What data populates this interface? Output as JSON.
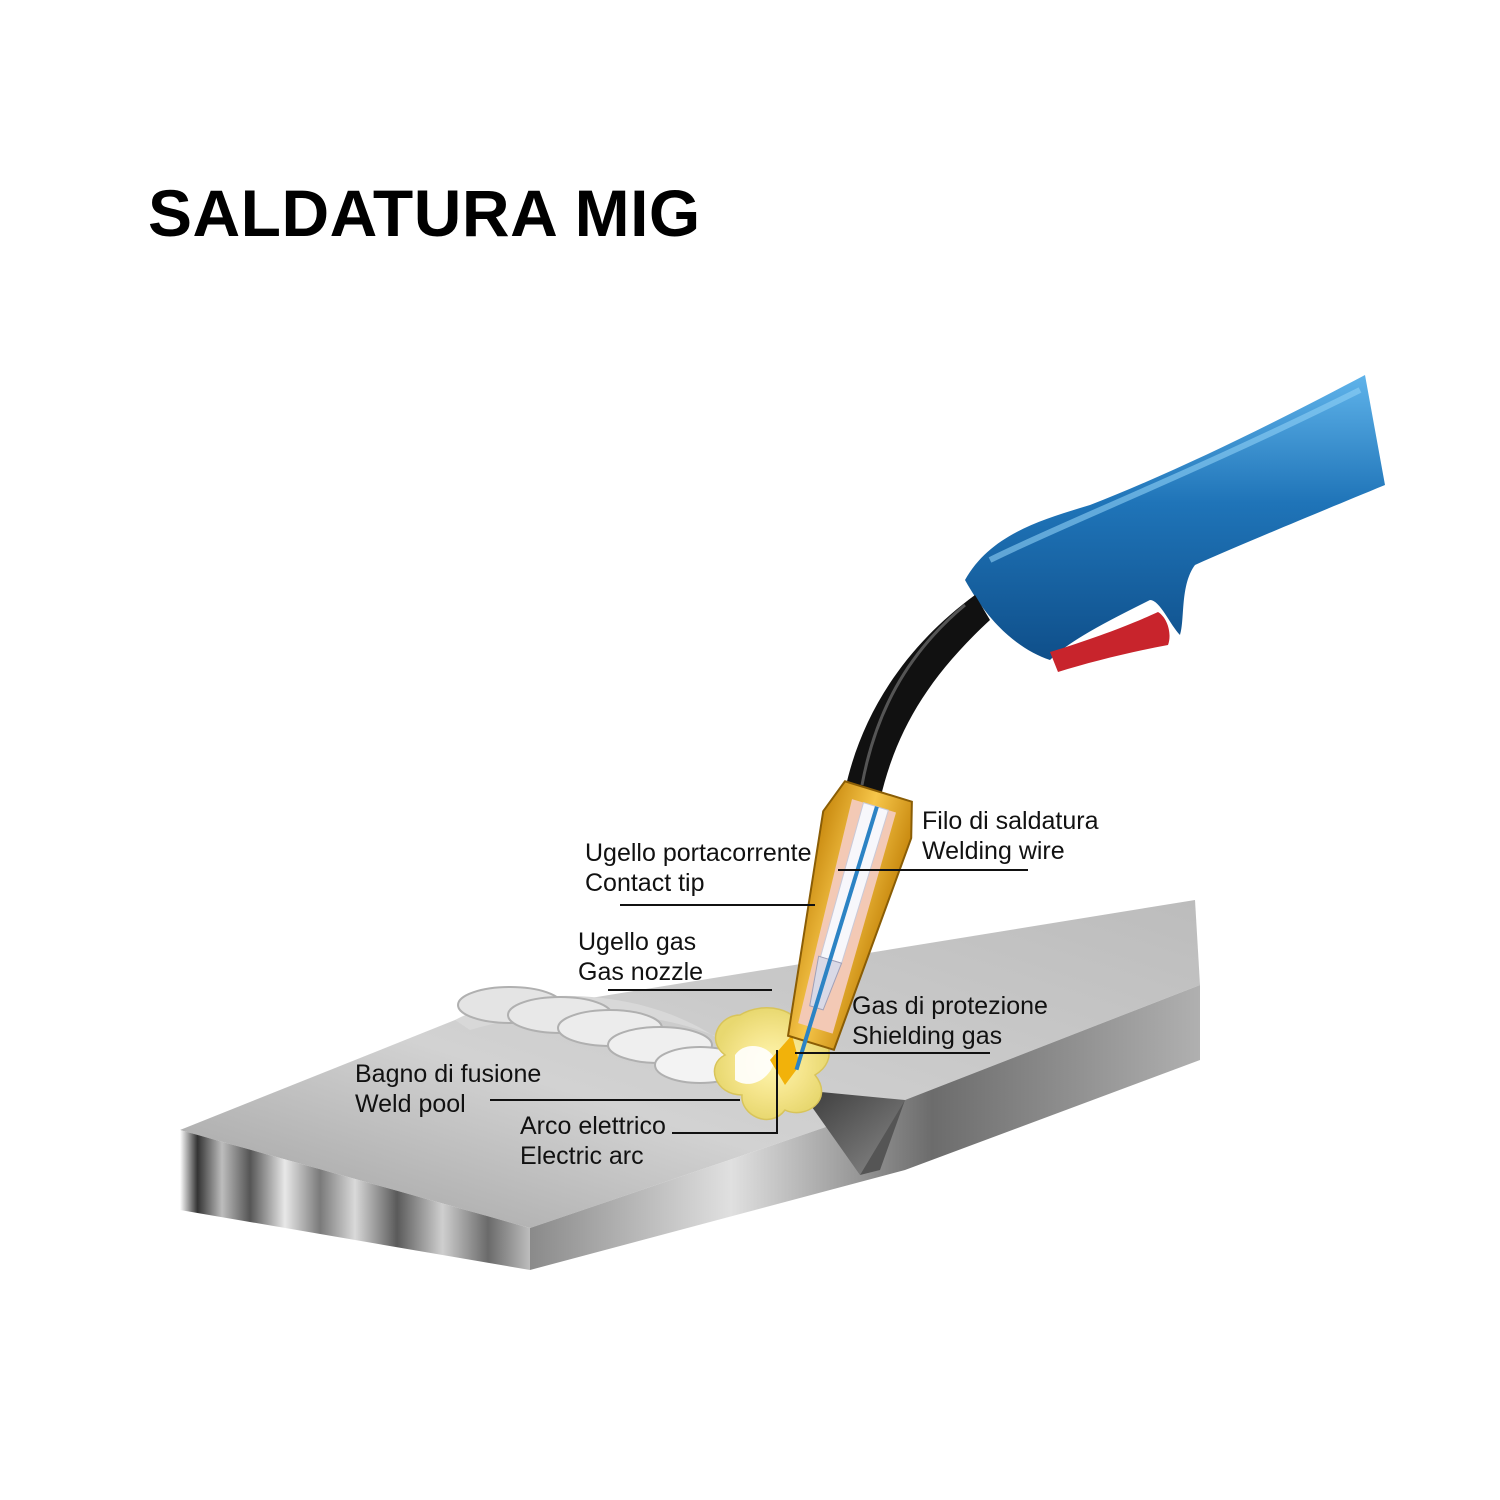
{
  "title": "SALDATURA MIG",
  "labels": {
    "wire": {
      "it": "Filo di saldatura",
      "en": "Welding wire"
    },
    "tip": {
      "it": "Ugello portacorrente",
      "en": "Contact tip"
    },
    "nozzle": {
      "it": "Ugello gas",
      "en": "Gas nozzle"
    },
    "gas": {
      "it": "Gas di protezione",
      "en": "Shielding gas"
    },
    "pool": {
      "it": "Bagno di fusione",
      "en": "Weld pool"
    },
    "arc": {
      "it": "Arco elettrico",
      "en": "Electric arc"
    }
  },
  "colors": {
    "torch_blue": "#1f74b8",
    "trigger_red": "#c8242c",
    "nozzle_gold": "#e0a21a",
    "cable_black": "#111111",
    "metal_gray": "#b9b9b9"
  }
}
